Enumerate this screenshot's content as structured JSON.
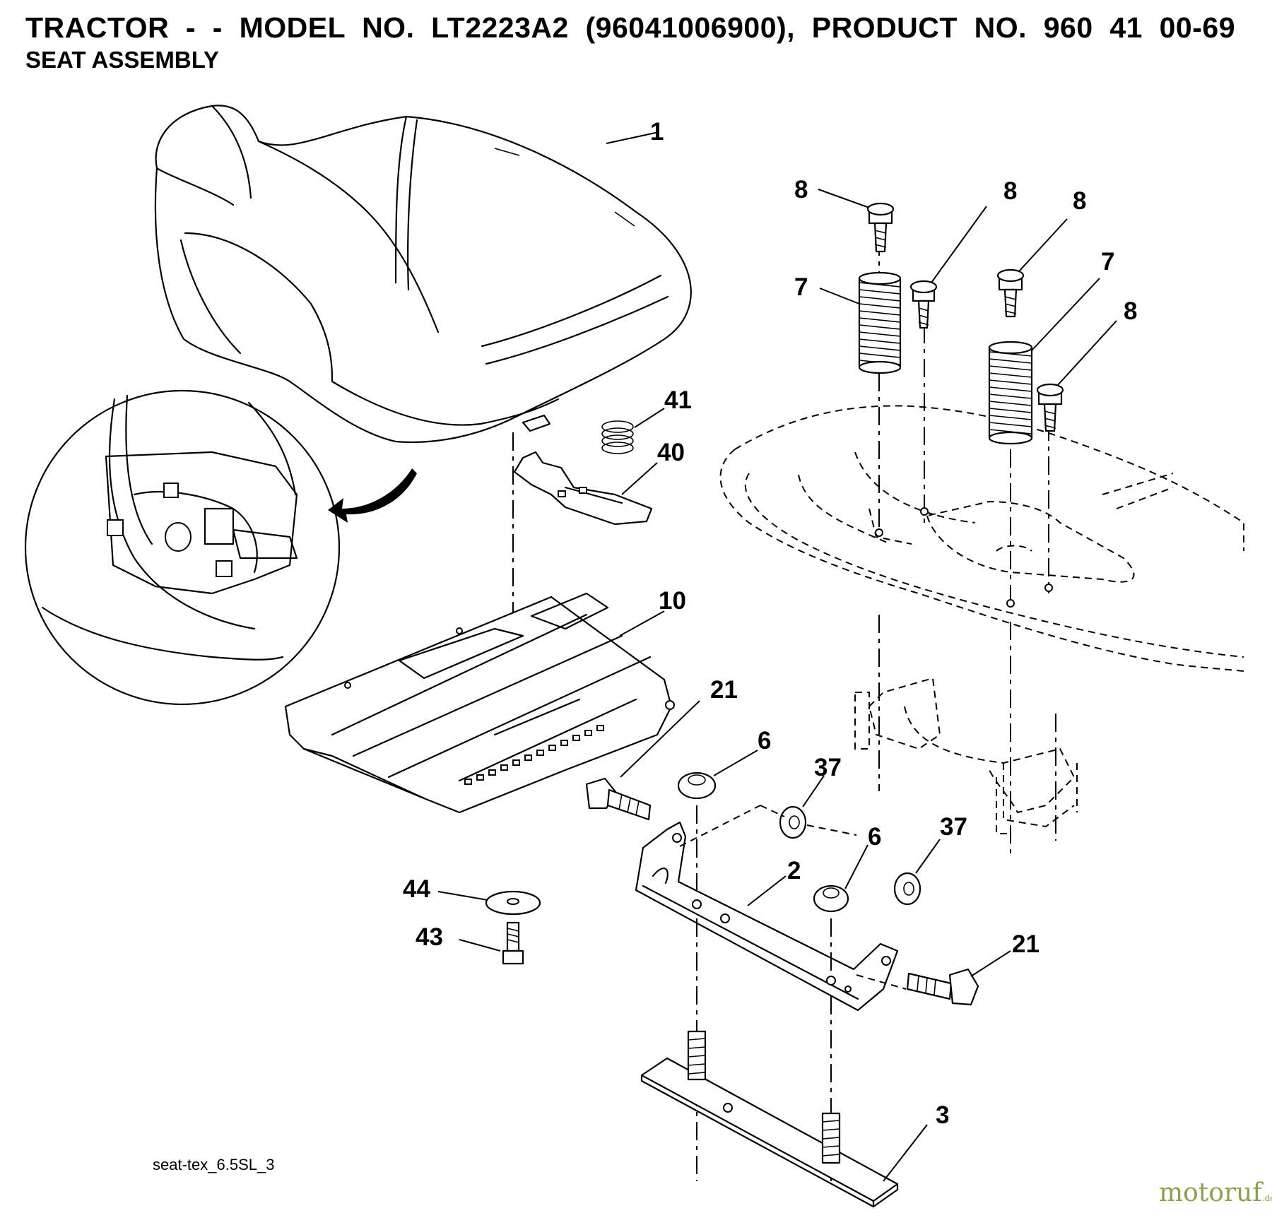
{
  "header": {
    "title": "TRACTOR - - MODEL NO. LT2223A2 (96041006900), PRODUCT NO. 960 41 00-69",
    "subtitle": "SEAT ASSEMBLY"
  },
  "callouts": {
    "seat": "1",
    "bracket": "2",
    "plate": "3",
    "nut_left": "6",
    "nut_right": "6",
    "spring_left": "7",
    "spring_right": "7",
    "bolt_a": "8",
    "bolt_b": "8",
    "bolt_c": "8",
    "bolt_d": "8",
    "seat_pan": "10",
    "bolt_left": "21",
    "bolt_right": "21",
    "locknut_upper": "37",
    "locknut_lower": "37",
    "clip": "40",
    "spring_small": "41",
    "screw": "43",
    "washer": "44"
  },
  "footer": {
    "drawing_code": "seat-tex_6.5SL_3",
    "watermark": "motoruf",
    "watermark_suffix": ".de"
  },
  "colors": {
    "line": "#000000",
    "background": "#ffffff",
    "watermark": "#8aa24a"
  }
}
